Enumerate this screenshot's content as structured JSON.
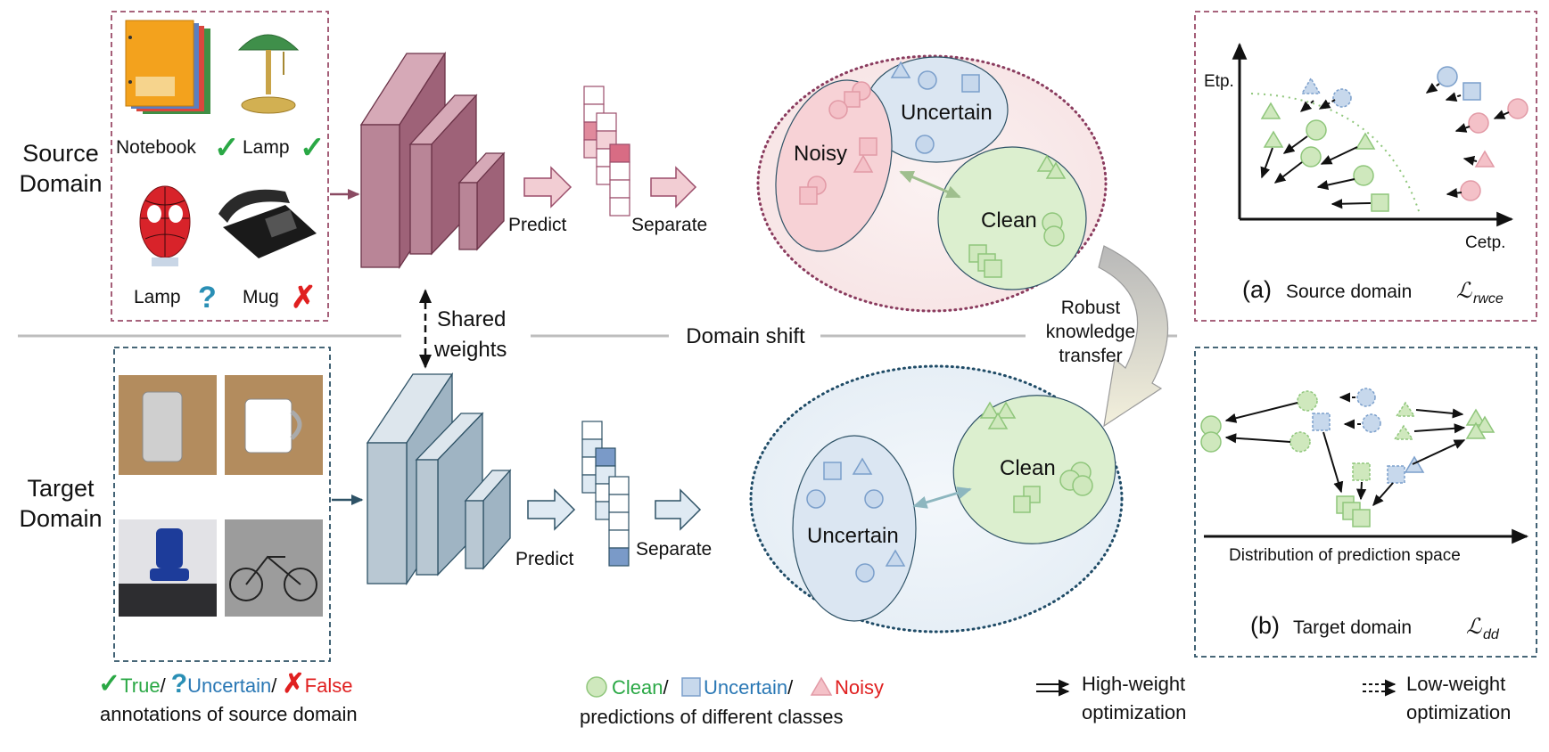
{
  "source_domain": {
    "label_line1": "Source",
    "label_line2": "Domain",
    "items": [
      {
        "label": "Notebook",
        "mark": "✓",
        "mark_kind": "true"
      },
      {
        "label": "Lamp",
        "mark": "✓",
        "mark_kind": "true"
      },
      {
        "label": "Lamp",
        "mark": "?",
        "mark_kind": "uncertain"
      },
      {
        "label": "Mug",
        "mark": "✗",
        "mark_kind": "false"
      }
    ],
    "predict_label": "Predict",
    "separate_label": "Separate",
    "clusters": {
      "noisy": "Noisy",
      "uncertain": "Uncertain",
      "clean": "Clean"
    }
  },
  "target_domain": {
    "label_line1": "Target",
    "label_line2": "Domain",
    "predict_label": "Predict",
    "separate_label": "Separate",
    "clusters": {
      "uncertain": "Uncertain",
      "clean": "Clean"
    }
  },
  "middle": {
    "shared_line1": "Shared",
    "shared_line2": "weights",
    "domain_shift": "Domain shift",
    "transfer_line1": "Robust",
    "transfer_line2": "knowledge",
    "transfer_line3": "transfer"
  },
  "panel_a": {
    "y_axis": "Etp.",
    "x_axis": "Cetp.",
    "caption_prefix": "(a)",
    "caption_text": "Source domain",
    "loss_symbol": "ℒ",
    "loss_subscript": "rwce"
  },
  "panel_b": {
    "axis_label": "Distribution of prediction space",
    "caption_prefix": "(b)",
    "caption_text": "Target domain",
    "loss_symbol": "ℒ",
    "loss_subscript": "dd"
  },
  "legend": {
    "annotations": {
      "true_mark": "✓",
      "true_label": "True",
      "uncertain_mark": "?",
      "uncertain_label": "Uncertain",
      "false_mark": "✗",
      "false_label": "False",
      "line2": "annotations of source domain"
    },
    "predictions": {
      "clean_label": "Clean",
      "uncertain_label": "Uncertain",
      "noisy_label": "Noisy",
      "line2": "predictions of different classes"
    },
    "high_weight": {
      "line1": "High-weight",
      "line2": "optimization"
    },
    "low_weight": {
      "line1": "Low-weight",
      "line2": "optimization"
    }
  },
  "colors": {
    "source_net": "#b98597",
    "target_net": "#b9c8d3",
    "clean_fill": "#dcefcf",
    "clean_stroke": "#8fc67b",
    "uncertain_fill": "#dbe6f2",
    "uncertain_stroke": "#8aaed1",
    "noisy_fill": "#f7d2d6",
    "noisy_stroke": "#e6a4ad",
    "green_text": "#2aa845",
    "blue_text": "#2a78b5",
    "red_text": "#e02020"
  }
}
